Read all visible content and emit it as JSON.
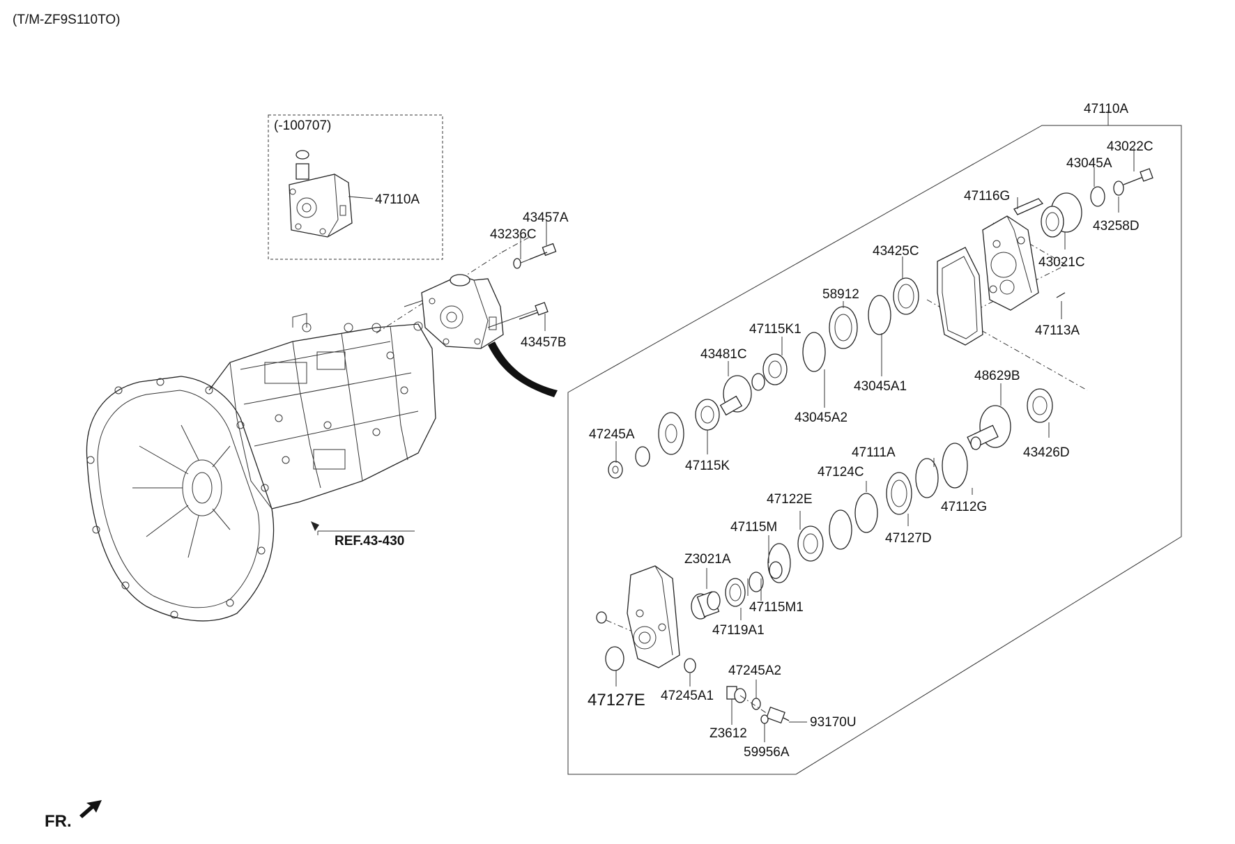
{
  "header": {
    "model_code": "(T/M-ZF9S110TO)"
  },
  "inset": {
    "date_range": "(-100707)",
    "part_label": "47110A"
  },
  "reference": {
    "label": "REF.43-430"
  },
  "orientation": {
    "label": "FR."
  },
  "assembly": {
    "label": "47110A"
  },
  "parts": {
    "p43457A": "43457A",
    "p43236C": "43236C",
    "p43457B": "43457B",
    "p43022C": "43022C",
    "p43045A": "43045A",
    "p47116G": "47116G",
    "p43258D": "43258D",
    "p43021C": "43021C",
    "p47113A": "47113A",
    "p43425C": "43425C",
    "p58912": "58912",
    "p47115K1": "47115K1",
    "p43481C": "43481C",
    "p43045A1": "43045A1",
    "p43045A2": "43045A2",
    "p48629B": "48629B",
    "p43426D": "43426D",
    "p47245A": "47245A",
    "p47115K": "47115K",
    "p47111A": "47111A",
    "p47124C": "47124C",
    "p47112G": "47112G",
    "p47122E": "47122E",
    "p47127D": "47127D",
    "p47115M": "47115M",
    "pZ3021A": "Z3021A",
    "p47115M1": "47115M1",
    "p47119A1": "47119A1",
    "p47245A2": "47245A2",
    "p47127E": "47127E",
    "p47245A1": "47245A1",
    "p93170U": "93170U",
    "pZ3612": "Z3612",
    "p59956A": "59956A"
  }
}
